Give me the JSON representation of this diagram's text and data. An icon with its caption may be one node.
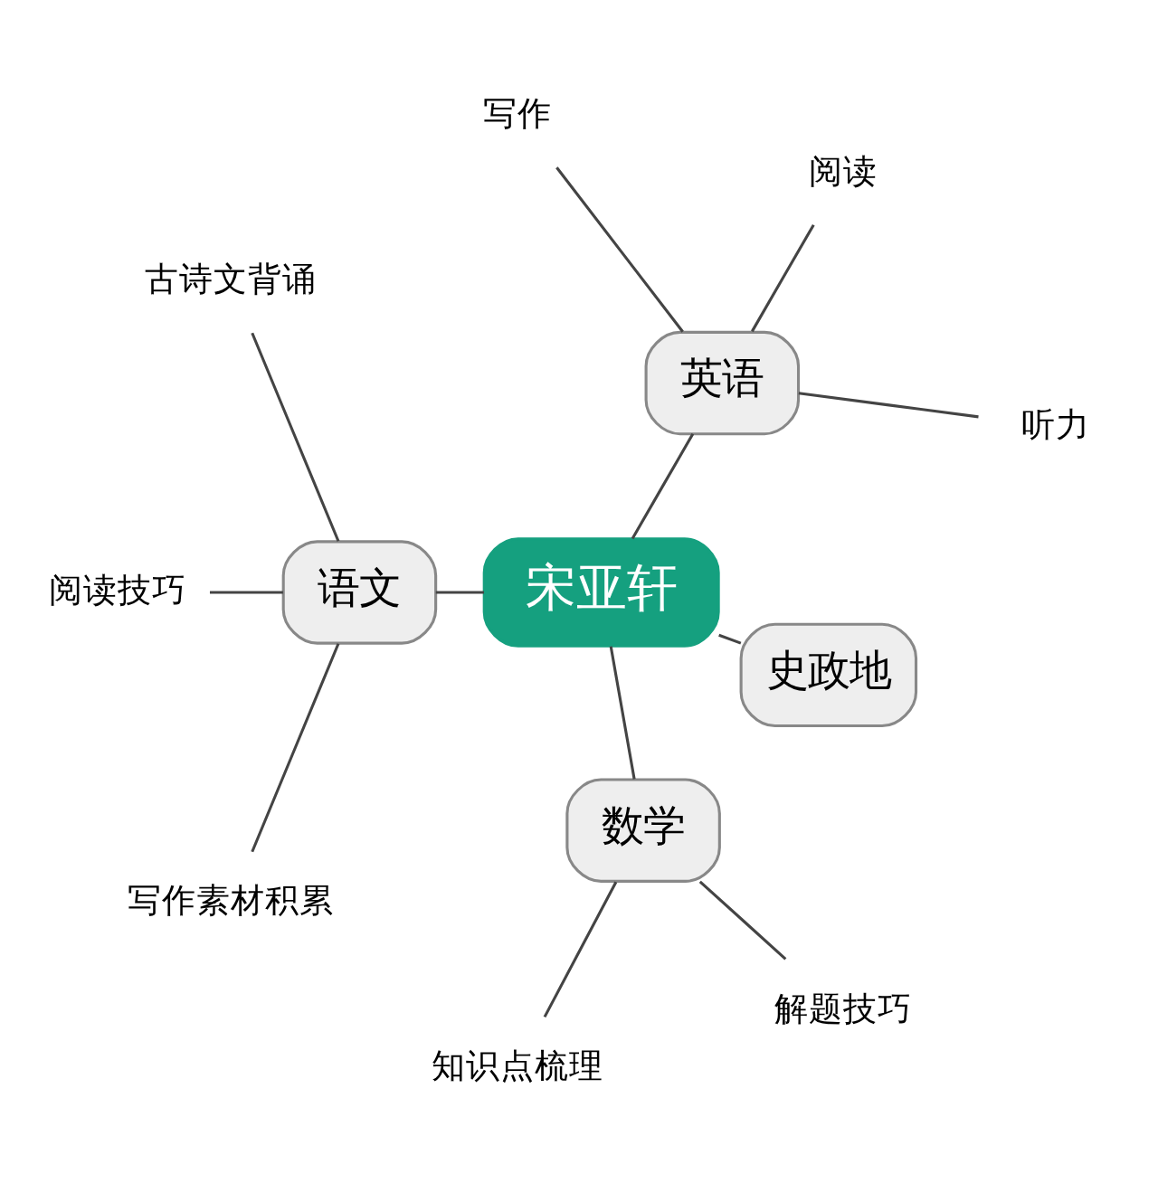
{
  "diagram": {
    "nodes": [
      {
        "text": [
          "宋亚轩"
        ]
      },
      {
        "text": [
          "英语"
        ]
      },
      {
        "text": [
          "语文"
        ]
      },
      {
        "text": [
          "数学"
        ]
      },
      {
        "text": [
          "史政地"
        ]
      },
      {
        "text": [
          "听力"
        ]
      },
      {
        "text": [
          "阅读"
        ]
      },
      {
        "text": [
          "写作"
        ]
      },
      {
        "text": [
          "古诗文背诵"
        ]
      },
      {
        "text": [
          "阅读技巧"
        ]
      },
      {
        "text": [
          "写作素材积累"
        ]
      },
      {
        "text": [
          "知识点梳理"
        ]
      },
      {
        "text": [
          "解题技巧"
        ]
      }
    ],
    "edges": [
      {
        "from": 0,
        "to": 1,
        "arrow": "none"
      },
      {
        "from": 0,
        "to": 2,
        "arrow": "none"
      },
      {
        "from": 0,
        "to": 3,
        "arrow": "none"
      },
      {
        "from": 0,
        "to": 4,
        "arrow": "none"
      },
      {
        "from": 1,
        "to": 5,
        "arrow": "none"
      },
      {
        "from": 1,
        "to": 6,
        "arrow": "none"
      },
      {
        "from": 1,
        "to": 7,
        "arrow": "none"
      },
      {
        "from": 2,
        "to": 8,
        "arrow": "none"
      },
      {
        "from": 2,
        "to": 9,
        "arrow": "none"
      },
      {
        "from": 2,
        "to": 10,
        "arrow": "none"
      },
      {
        "from": 3,
        "to": 11,
        "arrow": "none"
      },
      {
        "from": 3,
        "to": 12,
        "arrow": "none"
      }
    ]
  }
}
